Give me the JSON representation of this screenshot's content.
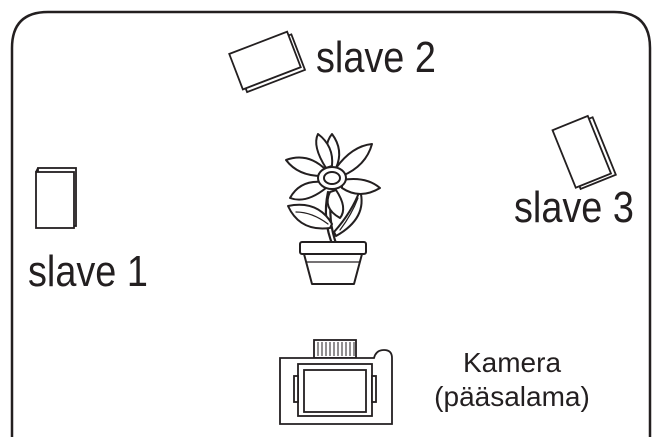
{
  "labels": {
    "slave1": "slave 1",
    "slave2": "slave 2",
    "slave3": "slave 3",
    "camera_line1": "Kamera",
    "camera_line2": "(pääsalama)"
  },
  "icons": {
    "flash": "flash-unit-icon",
    "plant": "potted-flower-icon",
    "camera": "camera-icon"
  },
  "colors": {
    "stroke": "#231f20",
    "background": "#ffffff"
  }
}
